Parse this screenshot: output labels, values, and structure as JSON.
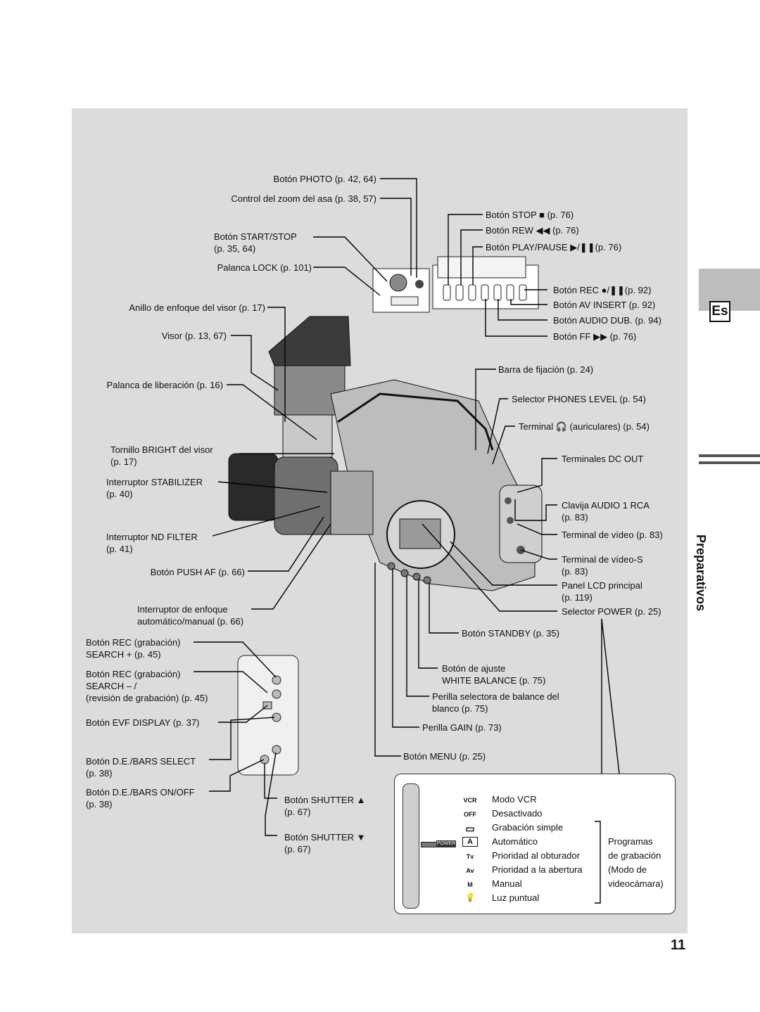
{
  "page": {
    "lang_tab": "Es",
    "section": "Preparativos",
    "page_number": "11"
  },
  "labels_left": {
    "photo": "Botón PHOTO  (p. 42, 64)",
    "zoom": "Control del zoom del asa (p. 38, 57)",
    "startstop": "Botón START/STOP",
    "startstop_p": "(p. 35, 64)",
    "lock": "Palanca LOCK (p. 101)",
    "focusring": "Anillo de enfoque del visor (p. 17)",
    "visor": "Visor (p. 13, 67)",
    "release": "Palanca de liberación (p. 16)",
    "bright": "Tornillo BRIGHT del visor",
    "bright_p": "(p. 17)",
    "stabilizer": "Interruptor STABILIZER",
    "stabilizer_p": "(p. 40)",
    "ndfilter": "Interruptor ND FILTER",
    "ndfilter_p": "(p. 41)",
    "pushaf": "Botón PUSH AF (p. 66)",
    "autofocus": "Interruptor de enfoque",
    "autofocus_2": "automático/manual (p. 66)",
    "rec_search_plus": "Botón REC (grabación)",
    "rec_search_plus_2": "SEARCH  + (p. 45)",
    "rec_search_minus": "Botón REC (grabación)",
    "rec_search_minus_2": "SEARCH  – /",
    "rec_search_minus_3": "(revisión de grabación)  (p. 45)",
    "evf": "Botón EVF DISPLAY  (p. 37)",
    "de_select": "Botón D.E./BARS SELECT",
    "de_select_p": "(p. 38)",
    "de_onoff": "Botón D.E./BARS ON/OFF",
    "de_onoff_p": "(p. 38)",
    "shutter_up": "Botón SHUTTER ▲",
    "shutter_up_p": "(p. 67)",
    "shutter_down": "Botón SHUTTER ▼",
    "shutter_down_p": "(p. 67)"
  },
  "labels_right": {
    "stop": "Botón STOP ■ (p. 76)",
    "rew": "Botón REW ◀◀  (p. 76)",
    "playpause": "Botón PLAY/PAUSE ▶/❚❚(p. 76)",
    "rec": "Botón REC ●/❚❚(p. 92)",
    "avinsert": "Botón AV INSERT (p. 92)",
    "audiodub": "Botón AUDIO DUB. (p. 94)",
    "ff": "Botón FF  ▶▶ (p. 76)",
    "bar": "Barra de fijación (p. 24)",
    "phones": "Selector PHONES LEVEL (p. 54)",
    "terminal_head": "Terminal  🎧 (auriculares) (p. 54)",
    "dcout": "Terminales DC OUT",
    "audio1": "Clavija AUDIO 1 RCA",
    "audio1_p": "(p. 83)",
    "video": "Terminal de vídeo (p. 83)",
    "svideo": "Terminal de vídeo-S",
    "svideo_p": "(p. 83)",
    "lcd": "Panel LCD principal",
    "lcd_p": "(p. 119)",
    "power": "Selector POWER  (p. 25)",
    "standby": "Botón STANDBY (p. 35)",
    "wb": "Botón de ajuste",
    "wb_2": "WHITE BALANCE (p. 75)",
    "wbdial": "Perilla selectora de balance del",
    "wbdial_2": "blanco (p. 75)",
    "gain": "Perilla GAIN (p. 73)",
    "menu": "Botón MENU (p. 25)"
  },
  "legend": {
    "rows": [
      {
        "sym": "VCR",
        "text": "Modo VCR"
      },
      {
        "sym": "OFF",
        "text": "Desactivado"
      },
      {
        "sym": "▭",
        "text": "Grabación simple"
      },
      {
        "sym": "A",
        "text": "Automático"
      },
      {
        "sym": "Tv",
        "text": "Prioridad al obturador"
      },
      {
        "sym": "Av",
        "text": "Prioridad a la abertura"
      },
      {
        "sym": "M",
        "text": "Manual"
      },
      {
        "sym": "💡",
        "text": "Luz puntual"
      }
    ],
    "group_1": "Programas",
    "group_2": "de grabación",
    "group_3": "(Modo de",
    "group_4": "videocámara)",
    "power_tag": "POWER"
  }
}
